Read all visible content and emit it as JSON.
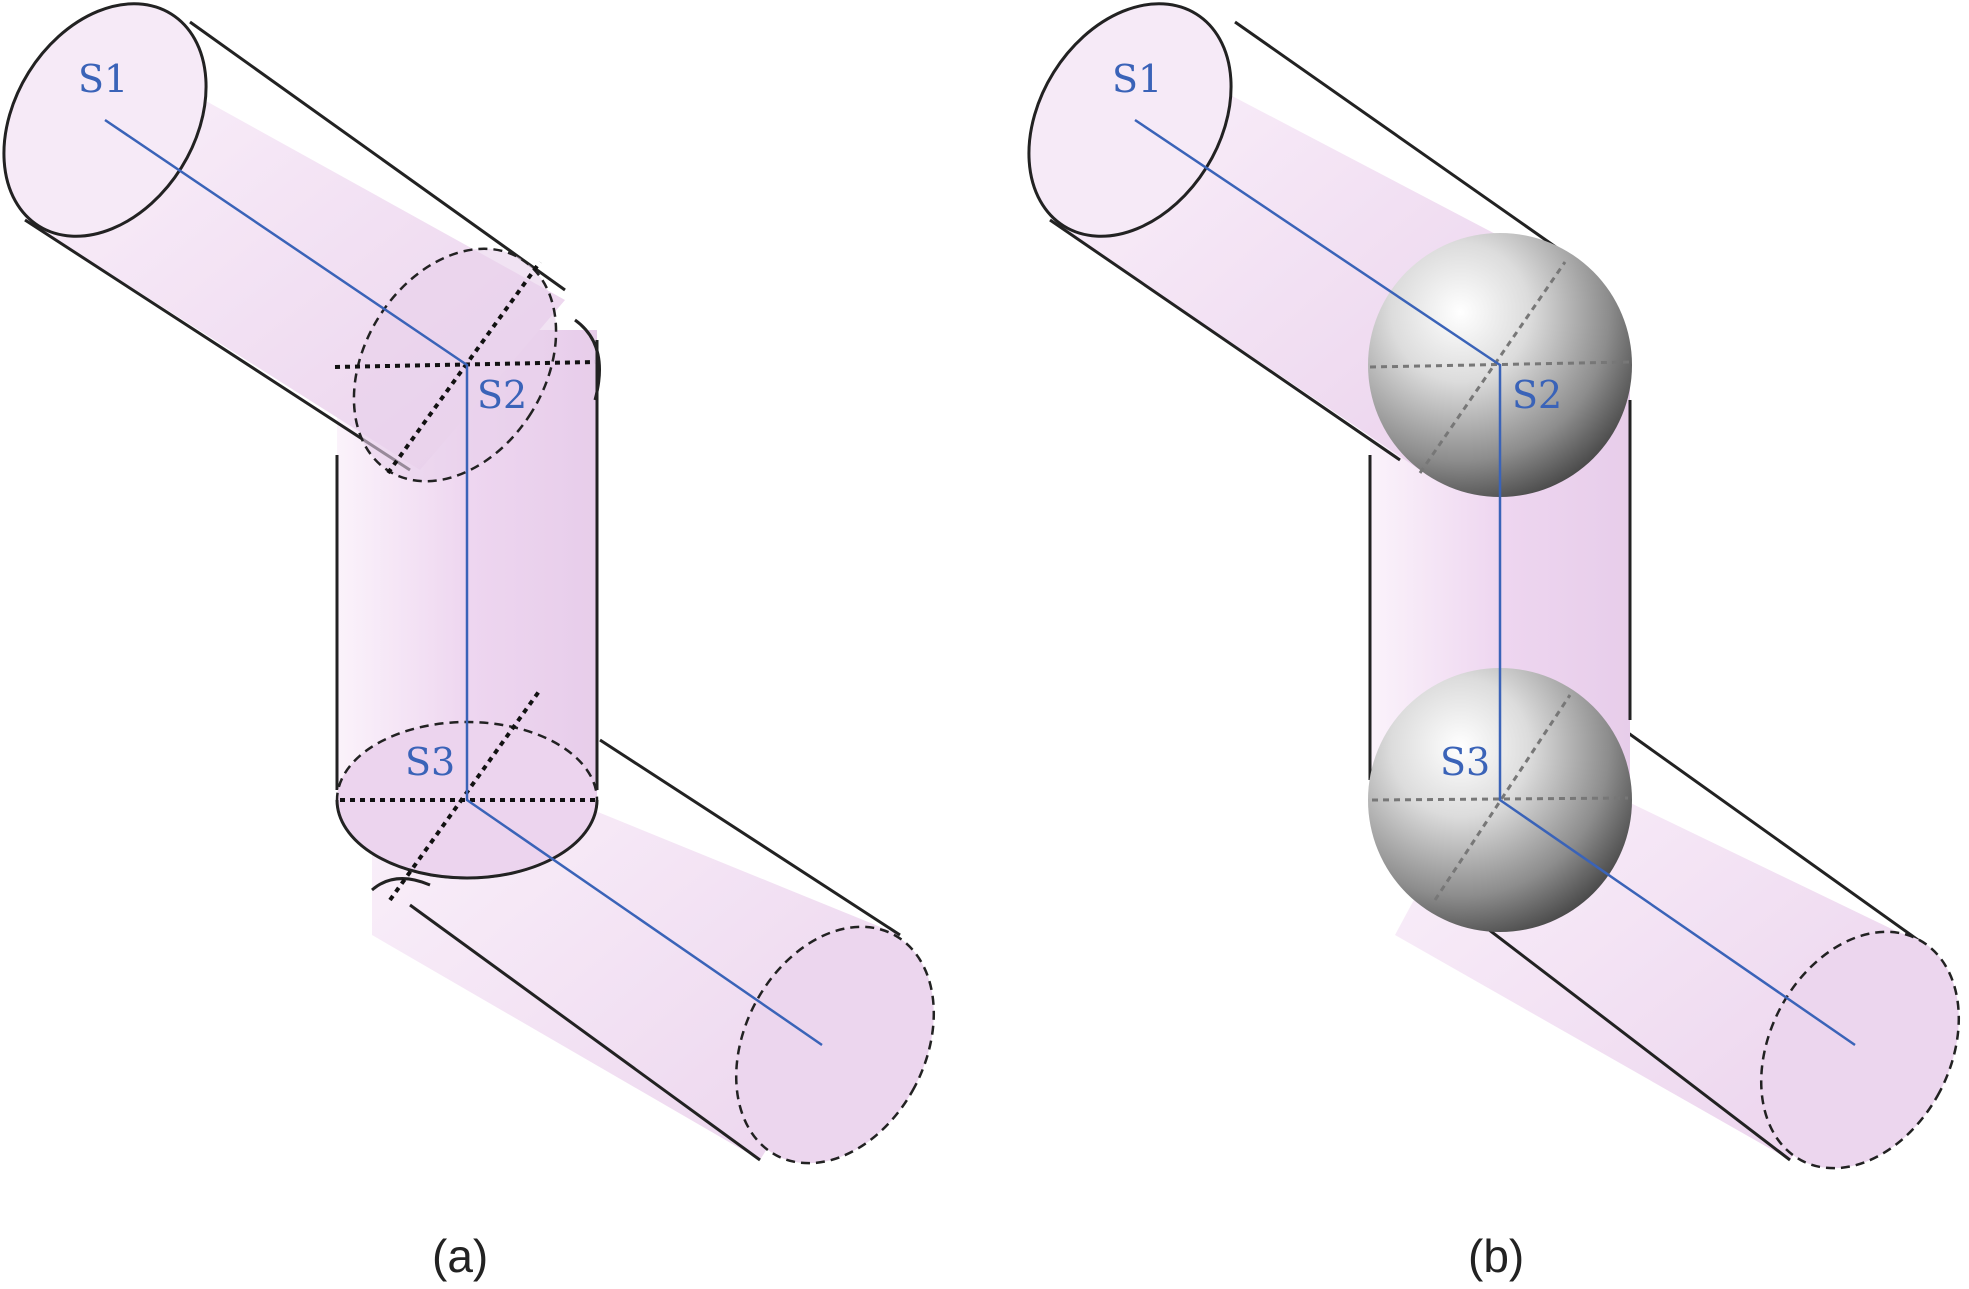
{
  "panels": [
    {
      "id": "a",
      "caption": "(a)",
      "joints": [
        "S1",
        "S2",
        "S3"
      ]
    },
    {
      "id": "b",
      "caption": "(b)",
      "joints": [
        "S1",
        "S2",
        "S3"
      ]
    }
  ],
  "colors": {
    "cylinder_fill": "#f1def3",
    "cylinder_fill_dark": "#e6cbe9",
    "outline": "#222222",
    "axis": "#3a63b8",
    "sphere_light": "#ffffff",
    "sphere_dark": "#5c5c5c"
  }
}
